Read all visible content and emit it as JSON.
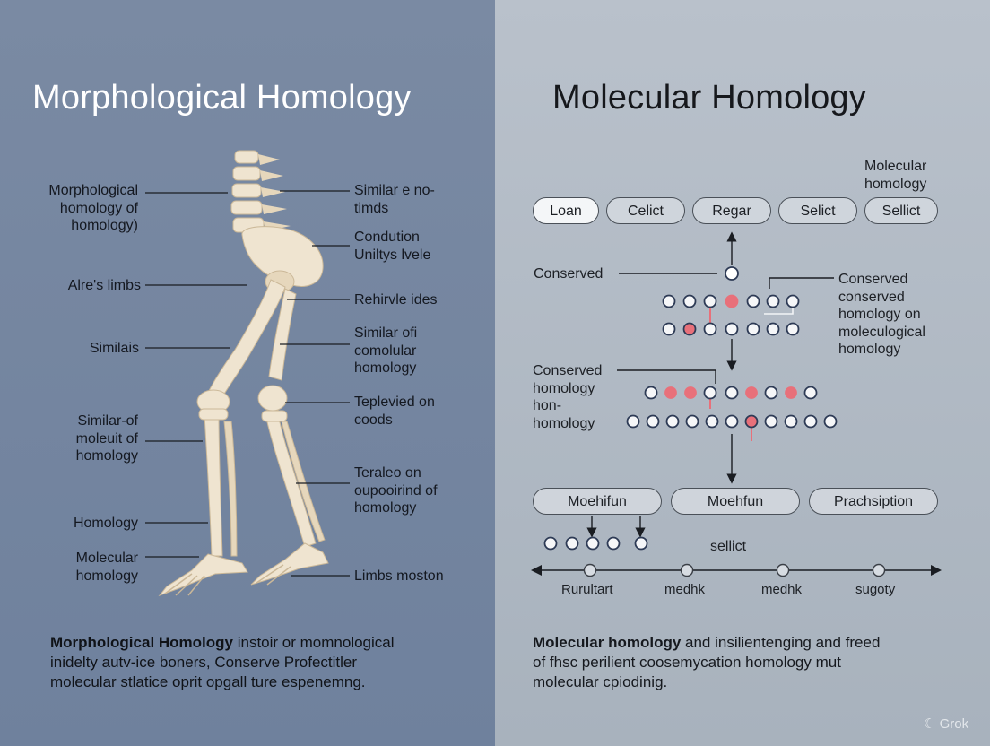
{
  "left": {
    "title": "Morphological Homology",
    "labels_left": [
      "Morphological\nhomology of\nhomology)",
      "Alre's limbs",
      "Similais",
      "Similar-of\nmoleuit of\nhomology",
      "Homology",
      "Molecular\nhomology"
    ],
    "labels_right": [
      "Similar e no-\ntimds",
      "Condution\nUniltys lvele",
      "Rehirvle ides",
      "Similar ofi\ncomolular\nhomology",
      "Teplevied on\ncoods",
      "Teraleo on\noupooirind of\nhomology",
      "Limbs moston"
    ],
    "para_bold": "Morphological Homology",
    "para_rest": " instoir or momnological\ninidelty autv-ice boners, Conserve Profectitler\nmolecular stlatice oprit opgall ture espenemng."
  },
  "right": {
    "title": "Molecular Homology",
    "corner_label": "Molecular\nhomology",
    "top_pills": [
      "Loan",
      "Celict",
      "Regar",
      "Selict",
      "Sellict"
    ],
    "label_conserved": "Conserved",
    "label_conserved_right": "Conserved\nconserved\nhomology on\nmoleculogical\nhomology",
    "label_conserved_2": "Conserved\nhomology\nhon-\nhomology",
    "bottom_pills": [
      "Moehifun",
      "Moehfun",
      "Prachsiption"
    ],
    "sellict_label": "sellict",
    "timeline_labels": [
      "Rurultart",
      "medhk",
      "medhk",
      "sugoty"
    ],
    "para_bold": "Molecular homology",
    "para_rest": " and insilientenging and freed\nof fhsc perilient coosemycation homology mut\nmolecular cpiodinig."
  },
  "watermark": "Grok",
  "colors": {
    "bone": "#efe4d0",
    "bone_shade": "#d8c6a8",
    "dot_red": "#e8707a",
    "dot_stroke": "#2d3a55",
    "leader": "#1a1d22"
  }
}
